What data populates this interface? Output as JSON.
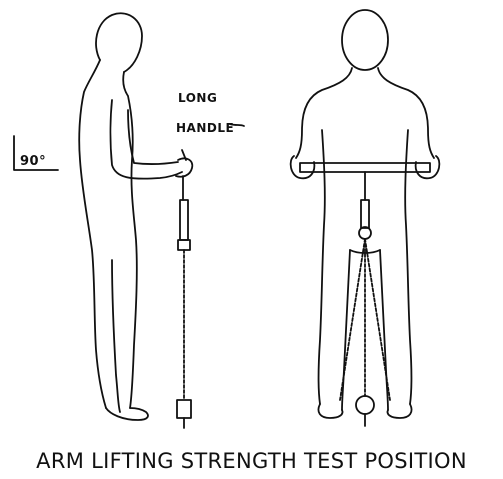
{
  "labels": {
    "long": "LONG",
    "handle": "HANDLE",
    "angle": "90°"
  },
  "caption": "ARM LIFTING STRENGTH TEST POSITION"
}
